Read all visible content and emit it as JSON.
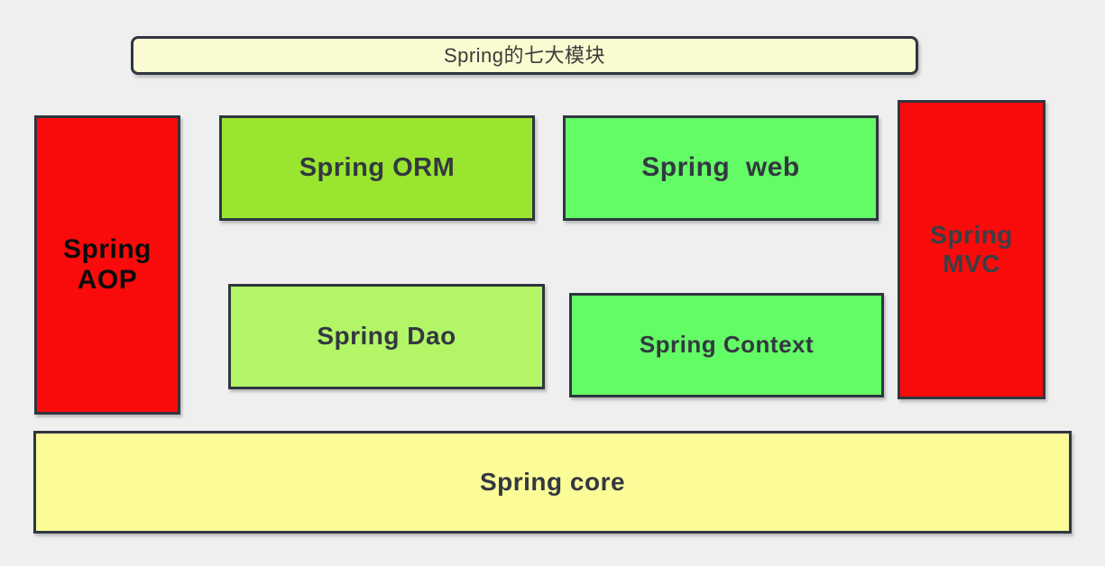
{
  "header": {
    "label": "Spring的七大模块",
    "fill": "#FBFBD2",
    "text_color": "#3C3C3C"
  },
  "modules": [
    {
      "name": "spring-aop",
      "label": "Spring\nAOP",
      "fill": "#FA0B0B",
      "text_color": "#0B0B0B"
    },
    {
      "name": "spring-orm",
      "label": "Spring ORM",
      "fill": "#9AE52F",
      "text_color": "#333840"
    },
    {
      "name": "spring-web",
      "label": "Spring  web",
      "fill": "#63FB66",
      "text_color": "#333840"
    },
    {
      "name": "spring-mvc",
      "label": "Spring\nMVC",
      "fill": "#FA0B0B",
      "text_color": "#3A3F46"
    },
    {
      "name": "spring-dao",
      "label": "Spring Dao",
      "fill": "#B2F566",
      "text_color": "#333840"
    },
    {
      "name": "spring-context",
      "label": "Spring Context",
      "fill": "#63FB66",
      "text_color": "#333840"
    },
    {
      "name": "spring-core",
      "label": "Spring core",
      "fill": "#FBFB98",
      "text_color": "#333840"
    }
  ],
  "colors": {
    "canvas_background": "#EFEFEF",
    "box_border": "#2F3640"
  }
}
